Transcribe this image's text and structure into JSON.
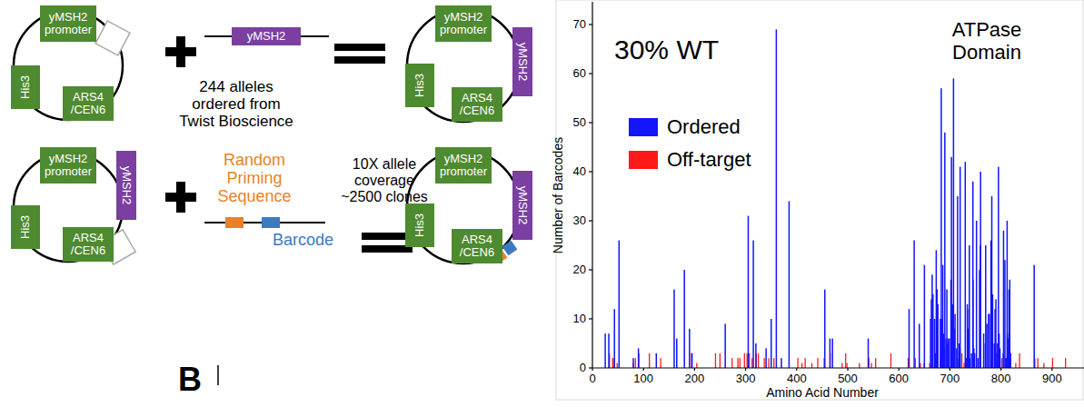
{
  "diagram": {
    "nodes": [
      {
        "text": [
          "yMSH2 promoter"
        ]
      },
      {
        "text": [
          "His3"
        ]
      },
      {
        "text": [
          "ARS4 /CEN6"
        ]
      },
      {
        "text": [
          "yMSH2"
        ]
      },
      {
        "text": [
          "yMSH2 promoter"
        ]
      },
      {
        "text": [
          "yMSH2"
        ]
      },
      {
        "text": [
          "His3"
        ]
      },
      {
        "text": [
          "ARS4 /CEN6"
        ]
      },
      {
        "text": [
          "yMSH2 promoter"
        ]
      },
      {
        "text": [
          "yMSH2"
        ]
      },
      {
        "text": [
          "His3"
        ]
      },
      {
        "text": [
          "ARS4 /CEN6"
        ]
      },
      {
        "text": [
          "yMSH2 promoter"
        ]
      },
      {
        "text": [
          "yMSH2"
        ]
      },
      {
        "text": [
          "His3"
        ]
      },
      {
        "text": [
          "ARS4 /CEN6"
        ]
      }
    ],
    "labels": [
      "244 alleles ordered from Twist Bioscience",
      "10X allele coverage ~2500 clones",
      "Random Priming Sequence",
      "Barcode",
      "B",
      "30% WT",
      "ATPase Domain",
      "Number of Barcodes",
      "Amino Acid Number",
      "0",
      "10",
      "20",
      "30",
      "40",
      "50",
      "60",
      "70",
      "0",
      "100",
      "200",
      "300",
      "400",
      "500",
      "600",
      "700",
      "800",
      "900"
    ],
    "legend": [
      {
        "text": "Ordered",
        "color": "#1414ff"
      },
      {
        "text": "Off-target",
        "color": "#ff1a1a"
      }
    ]
  }
}
